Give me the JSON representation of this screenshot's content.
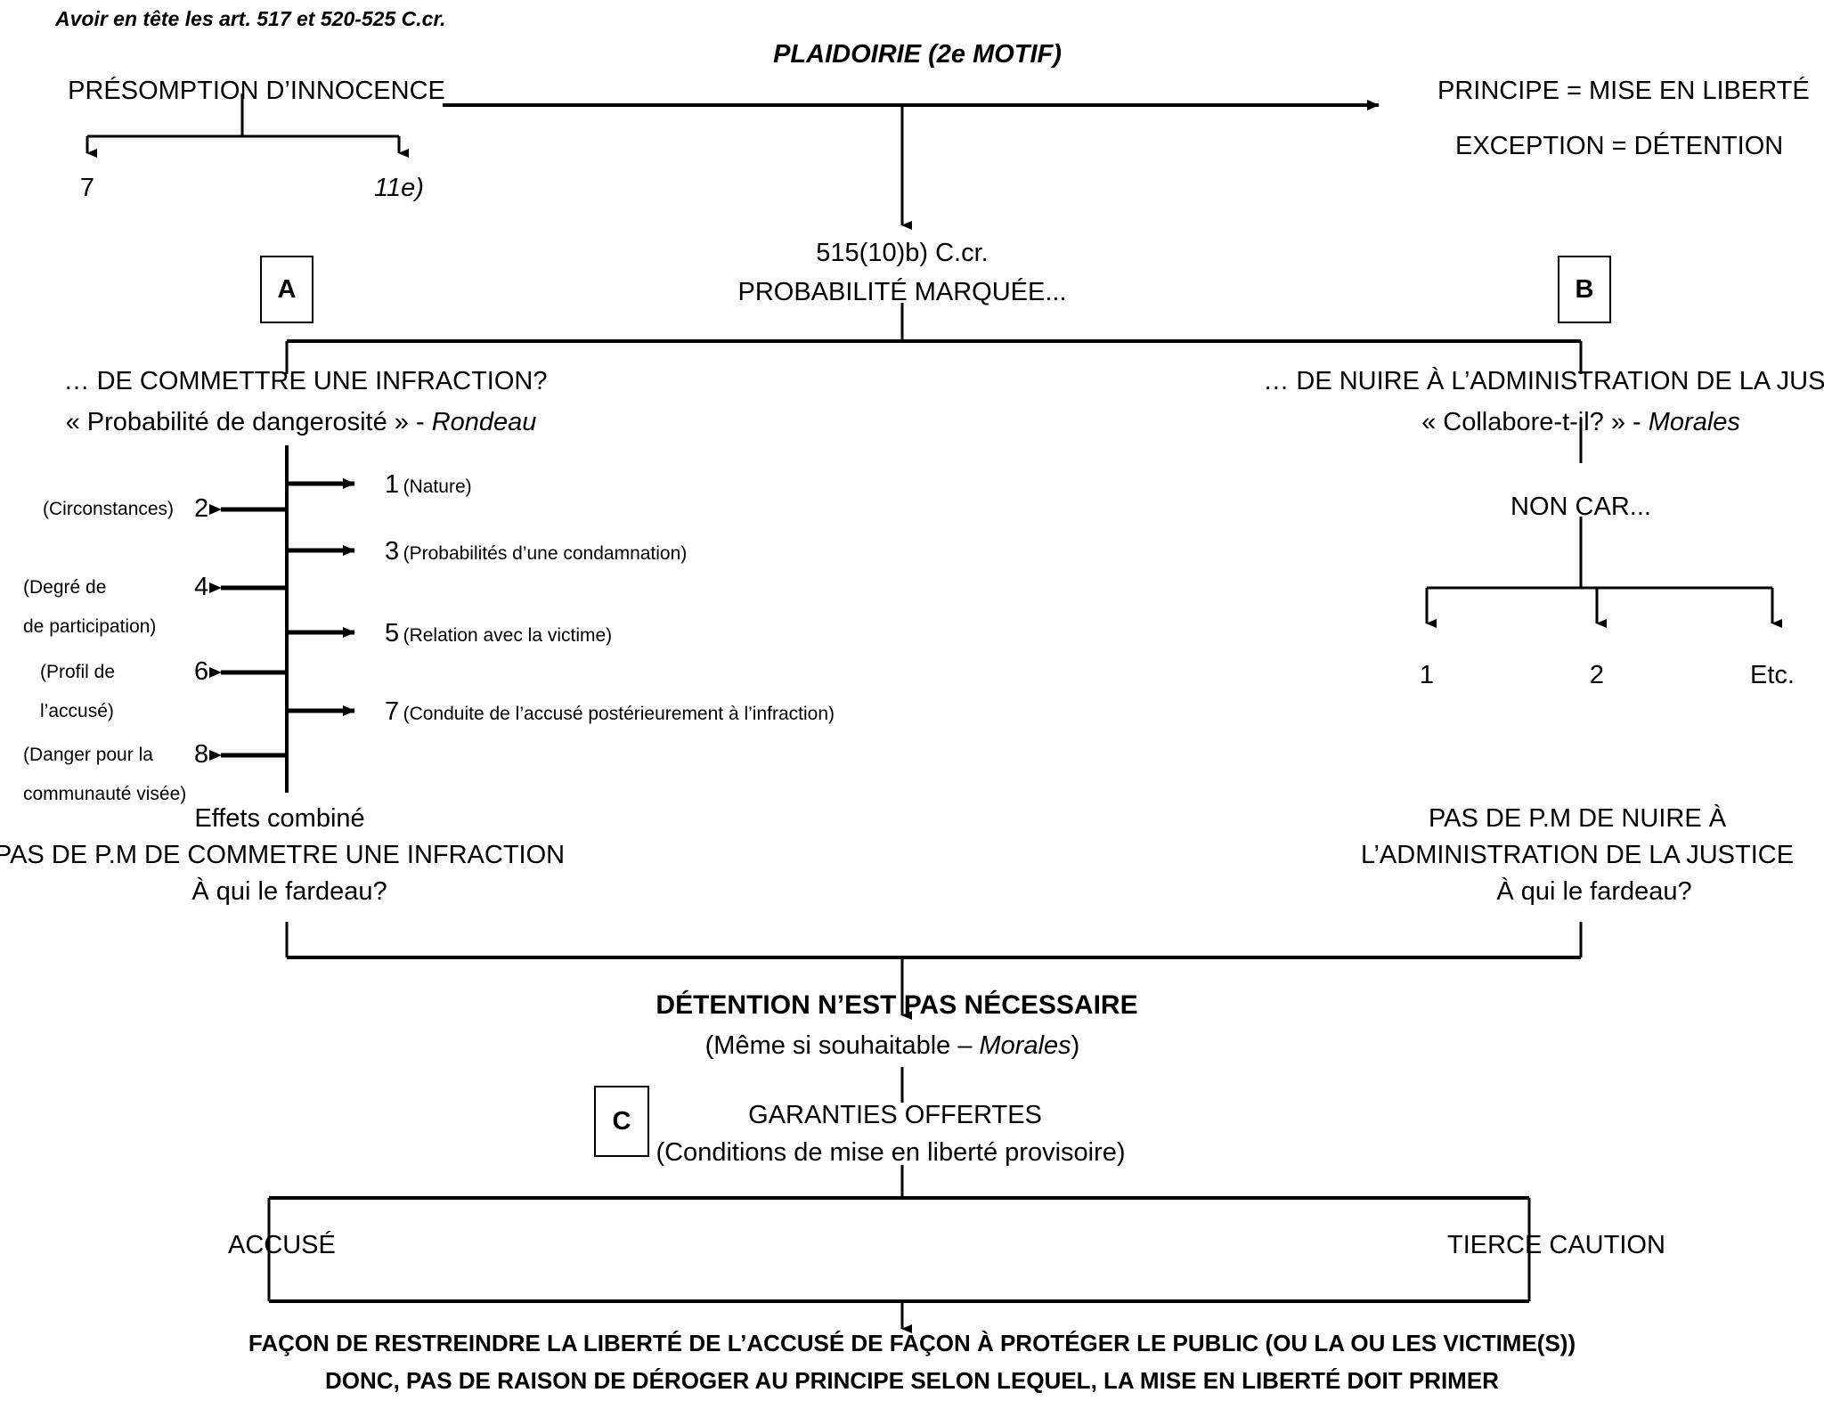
{
  "diagram": {
    "title_note": "Avoir en tête les art. 517 et 520-525  C.cr.",
    "top_center_title": "PLAIDOIRIE (2e MOTIF)",
    "left_top": {
      "heading": "PRÉSOMPTION D’INNOCENCE",
      "branch_left": "7",
      "branch_right": "11e)"
    },
    "right_top": {
      "principle": "PRINCIPE = MISE EN LIBERTÉ",
      "exception": "EXCEPTION = DÉTENTION"
    },
    "center_node": {
      "article": "515(10)b) C.cr.",
      "subtitle": "PROBABILITÉ MARQUÉE..."
    },
    "boxes": {
      "a": "A",
      "b": "B",
      "c": "C"
    },
    "branch_a": {
      "question": "… DE COMMETTRE UNE INFRACTION?",
      "quote": "« Probabilité de dangerosité » - Rondeau",
      "quote_plain": "« Probabilité de dangerosité » - ",
      "quote_italic": "Rondeau",
      "right_items": [
        {
          "num": "1",
          "label": "(Nature)"
        },
        {
          "num": "3",
          "label": "(Probabilités d’une condamnation)"
        },
        {
          "num": "5",
          "label": "(Relation avec la victime)"
        },
        {
          "num": "7",
          "label": "(Conduite de l’accusé postérieurement à l’infraction)"
        }
      ],
      "left_items": [
        {
          "num": "2",
          "label_line1": "(Circonstances)",
          "label_line2": ""
        },
        {
          "num": "4",
          "label_line1": "(Degré de",
          "label_line2": "de participation)"
        },
        {
          "num": "6",
          "label_line1": "(Profil de",
          "label_line2": "l’accusé)"
        },
        {
          "num": "8",
          "label_line1": "(Danger pour la",
          "label_line2": "communauté visée)"
        }
      ],
      "conclusion_line1": "Effets combiné",
      "conclusion_line2": "PAS DE P.M DE COMMETRE UNE INFRACTION",
      "conclusion_line3": "À qui le fardeau?"
    },
    "branch_b": {
      "question": "… DE NUIRE À L’ADMINISTRATION DE LA JUSTICE?",
      "quote_plain": "« Collabore-t-il? » - ",
      "quote_italic": "Morales",
      "non_car": "NON CAR...",
      "leaves": [
        "1",
        "2",
        "Etc."
      ],
      "conclusion_line1": "PAS DE P.M DE NUIRE À",
      "conclusion_line2": "L’ADMINISTRATION DE LA JUSTICE",
      "conclusion_line3": "À qui le fardeau?"
    },
    "detention": {
      "headline": "DÉTENTION N’EST PAS NÉCESSAIRE",
      "sub_plain_open": "(Même si souhaitable – ",
      "sub_italic": "Morales",
      "sub_plain_close": ")",
      "guarantees_title": "GARANTIES OFFERTES",
      "guarantees_sub": "(Conditions de mise en liberté provisoire)",
      "left_leaf": "ACCUSÉ",
      "right_leaf": "TIERCE CAUTION"
    },
    "footer": {
      "line1": "FAÇON DE RESTREINDRE LA LIBERTÉ DE L’ACCUSÉ DE FAÇON À PROTÉGER LE PUBLIC (OU LA OU LES VICTIME(S))",
      "line2": "DONC, PAS DE RAISON DE DÉROGER AU PRINCIPE SELON LEQUEL, LA MISE EN LIBERTÉ DOIT PRIMER"
    },
    "colors": {
      "ink": "#000000",
      "background": "#ffffff"
    }
  }
}
